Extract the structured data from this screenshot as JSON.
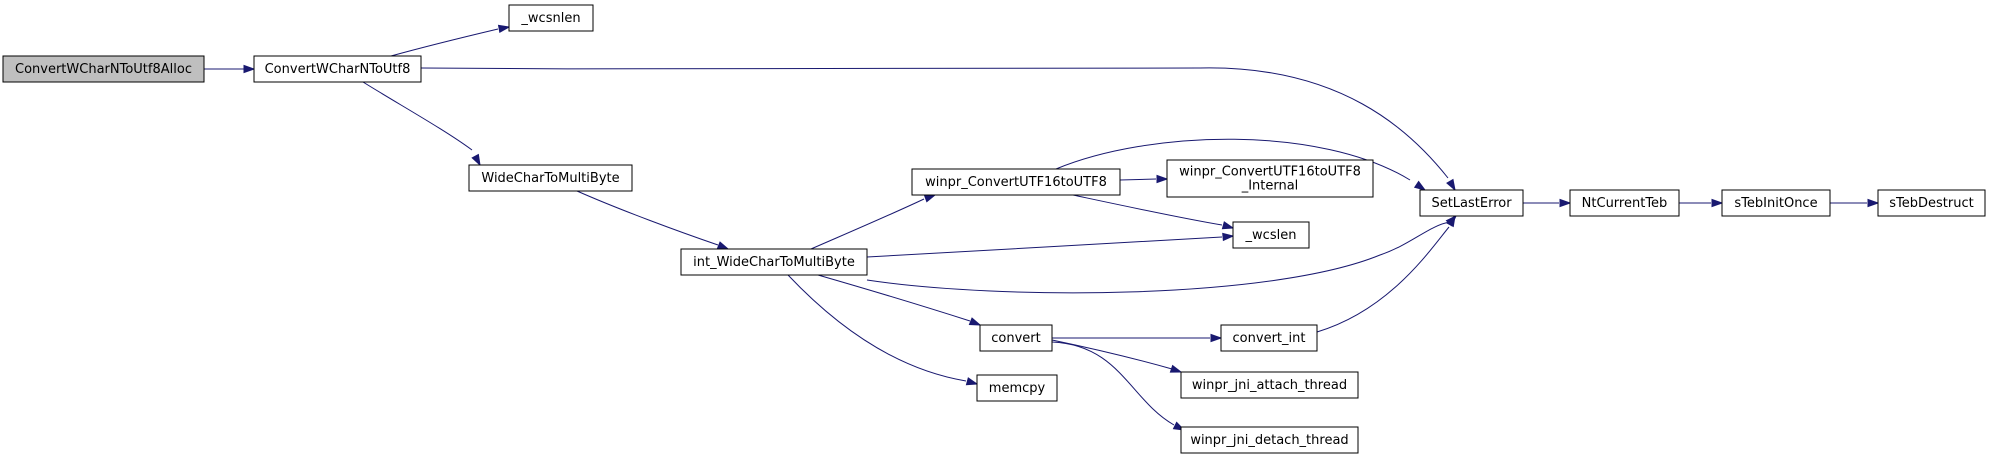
{
  "graph": {
    "nodes": [
      {
        "id": "root",
        "lines": [
          "ConvertWCharNToUtf8Alloc"
        ],
        "highlight": true
      },
      {
        "id": "n1",
        "lines": [
          "ConvertWCharNToUtf8"
        ]
      },
      {
        "id": "n2",
        "lines": [
          "_wcsnlen"
        ]
      },
      {
        "id": "n3",
        "lines": [
          "SetLastError"
        ]
      },
      {
        "id": "n4",
        "lines": [
          "WideCharToMultiByte"
        ]
      },
      {
        "id": "n5",
        "lines": [
          "int_WideCharToMultiByte"
        ]
      },
      {
        "id": "n6",
        "lines": [
          "winpr_ConvertUTF16toUTF8"
        ]
      },
      {
        "id": "n7",
        "lines": [
          "winpr_ConvertUTF16toUTF8",
          "_Internal"
        ]
      },
      {
        "id": "n8",
        "lines": [
          "_wcslen"
        ]
      },
      {
        "id": "n9",
        "lines": [
          "convert"
        ]
      },
      {
        "id": "n10",
        "lines": [
          "convert_int"
        ]
      },
      {
        "id": "n11",
        "lines": [
          "winpr_jni_attach_thread"
        ]
      },
      {
        "id": "n12",
        "lines": [
          "winpr_jni_detach_thread"
        ]
      },
      {
        "id": "n13",
        "lines": [
          "memcpy"
        ]
      },
      {
        "id": "n14",
        "lines": [
          "NtCurrentTeb"
        ]
      },
      {
        "id": "n15",
        "lines": [
          "sTebInitOnce"
        ]
      },
      {
        "id": "n16",
        "lines": [
          "sTebDestruct"
        ]
      }
    ],
    "edges": [
      {
        "from": "root",
        "to": "n1"
      },
      {
        "from": "n1",
        "to": "n2"
      },
      {
        "from": "n1",
        "to": "n3"
      },
      {
        "from": "n1",
        "to": "n4"
      },
      {
        "from": "n4",
        "to": "n5"
      },
      {
        "from": "n5",
        "to": "n6"
      },
      {
        "from": "n5",
        "to": "n8"
      },
      {
        "from": "n5",
        "to": "n3"
      },
      {
        "from": "n5",
        "to": "n9"
      },
      {
        "from": "n5",
        "to": "n13"
      },
      {
        "from": "n6",
        "to": "n7"
      },
      {
        "from": "n6",
        "to": "n8"
      },
      {
        "from": "n6",
        "to": "n3"
      },
      {
        "from": "n9",
        "to": "n10"
      },
      {
        "from": "n9",
        "to": "n11"
      },
      {
        "from": "n9",
        "to": "n12"
      },
      {
        "from": "n10",
        "to": "n3"
      },
      {
        "from": "n3",
        "to": "n14"
      },
      {
        "from": "n14",
        "to": "n15"
      },
      {
        "from": "n15",
        "to": "n16"
      }
    ],
    "colors": {
      "edge": "#191970",
      "root_fill": "#bfbfbf",
      "node_fill": "#ffffff",
      "border": "#000000"
    }
  }
}
